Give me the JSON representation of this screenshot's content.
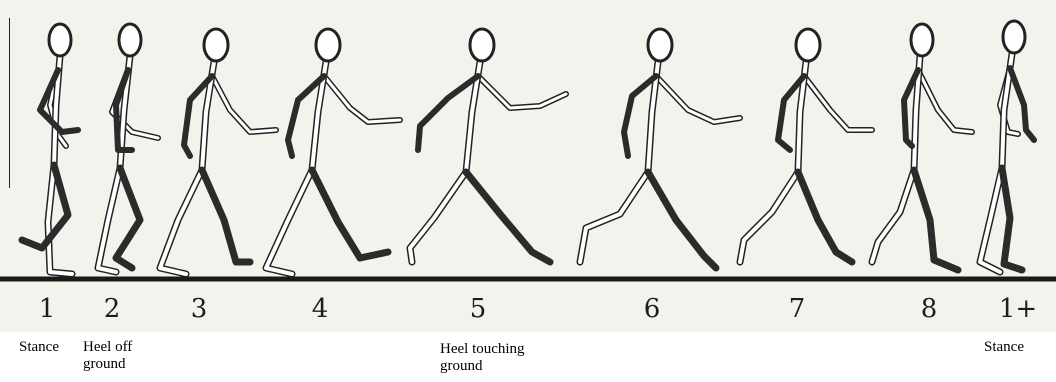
{
  "frames": [
    {
      "number": "1",
      "caption": "Stance"
    },
    {
      "number": "2",
      "caption": "Heel off\nground"
    },
    {
      "number": "3",
      "caption": ""
    },
    {
      "number": "4",
      "caption": ""
    },
    {
      "number": "5",
      "caption": "Heel touching\nground"
    },
    {
      "number": "6",
      "caption": ""
    },
    {
      "number": "7",
      "caption": ""
    },
    {
      "number": "8",
      "caption": ""
    },
    {
      "number": "1+",
      "caption": "Stance"
    }
  ],
  "colors": {
    "near_limb": "#2b2b2b",
    "far_limb_fill": "#ffffff",
    "outline": "#222222",
    "paper": "#f4f2ec"
  }
}
